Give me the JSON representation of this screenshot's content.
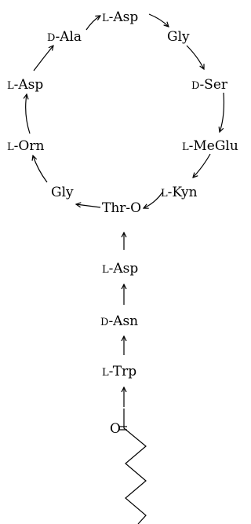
{
  "residues": {
    "l_asp_top": {
      "prefix": "L",
      "name": "-Asp"
    },
    "gly_right": {
      "prefix": "",
      "name": "Gly"
    },
    "d_ser": {
      "prefix": "D",
      "name": "-Ser"
    },
    "l_meglu": {
      "prefix": "L",
      "name": "-MeGlu"
    },
    "l_kyn": {
      "prefix": "L",
      "name": "-Kyn"
    },
    "thr_o": {
      "prefix": "",
      "name": "Thr-O"
    },
    "gly_left": {
      "prefix": "",
      "name": "Gly"
    },
    "l_orn": {
      "prefix": "L",
      "name": "-Orn"
    },
    "l_asp_left": {
      "prefix": "L",
      "name": "-Asp"
    },
    "d_ala": {
      "prefix": "D",
      "name": "-Ala"
    },
    "l_asp_tail": {
      "prefix": "L",
      "name": "-Asp"
    },
    "d_asn": {
      "prefix": "D",
      "name": "-Asn"
    },
    "l_trp": {
      "prefix": "L",
      "name": "-Trp"
    }
  },
  "carbonyl_oxygen": "O"
}
